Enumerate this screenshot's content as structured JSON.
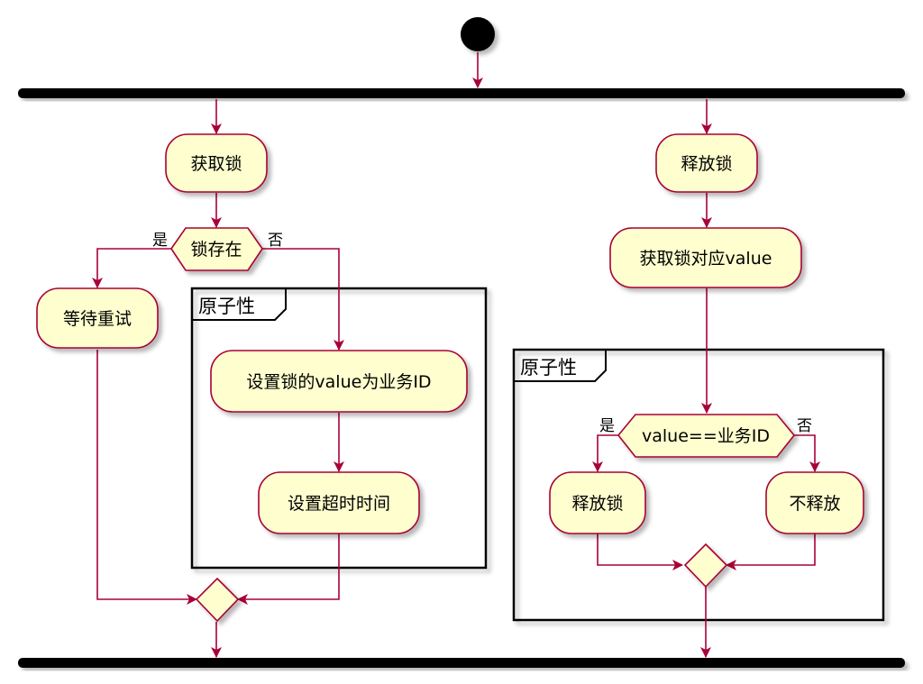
{
  "diagram": {
    "colors": {
      "arrow": "#A80036",
      "node_fill": "#FEFECE",
      "node_border": "#A80036",
      "bar": "#000000",
      "partition_border": "#000000"
    },
    "left": {
      "acquire_lock": "获取锁",
      "decision": "锁存在",
      "yes_label": "是",
      "no_label": "否",
      "wait_retry": "等待重试",
      "partition_title": "原子性",
      "set_value": "设置锁的value为业务ID",
      "set_timeout": "设置超时时间"
    },
    "right": {
      "release_lock": "释放锁",
      "get_value": "获取锁对应value",
      "partition_title": "原子性",
      "decision": "value==业务ID",
      "yes_label": "是",
      "no_label": "否",
      "do_release": "释放锁",
      "no_release": "不释放"
    }
  }
}
